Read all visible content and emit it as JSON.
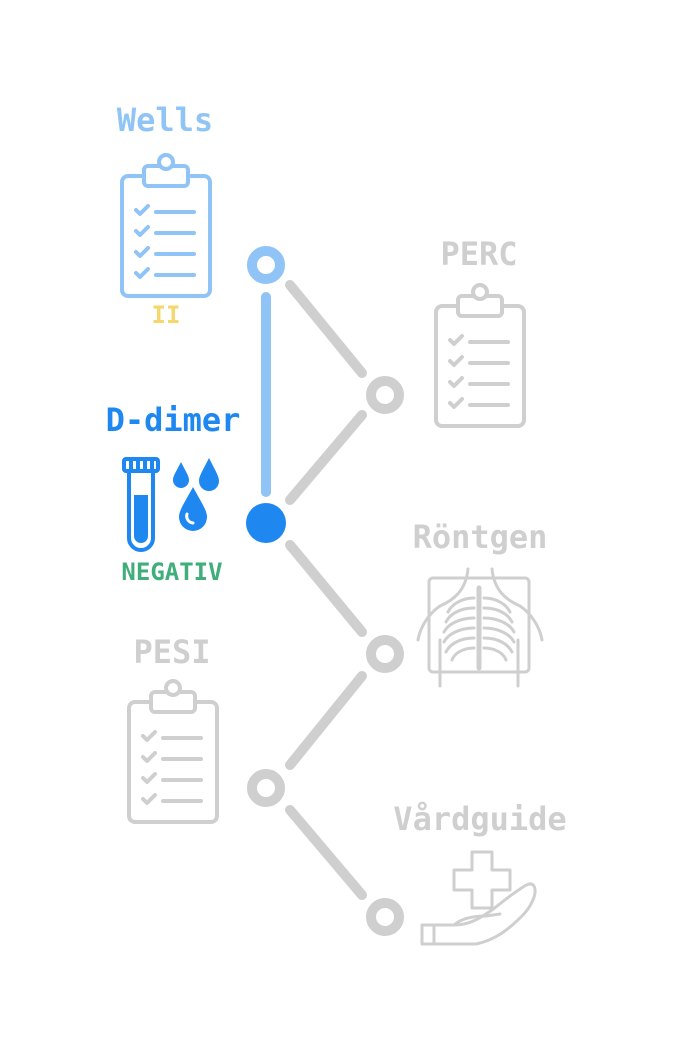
{
  "colors": {
    "active_light": "#90c4f6",
    "active_strong": "#1e88f0",
    "inactive": "#cfcfcf",
    "score_yellow": "#f5d76e",
    "result_green": "#3fae7a"
  },
  "steps": {
    "wells": {
      "title": "Wells",
      "score": "II",
      "icon": "clipboard-checklist-icon",
      "state": "done"
    },
    "perc": {
      "title": "PERC",
      "icon": "clipboard-checklist-icon",
      "state": "inactive"
    },
    "ddimer": {
      "title": "D-dimer",
      "result": "NEGATIV",
      "icon": "test-tube-drops-icon",
      "state": "current"
    },
    "rontgen": {
      "title": "Röntgen",
      "icon": "chest-xray-icon",
      "state": "inactive"
    },
    "pesi": {
      "title": "PESI",
      "icon": "clipboard-checklist-icon",
      "state": "inactive"
    },
    "vardguide": {
      "title": "Vårdguide",
      "icon": "hand-medical-cross-icon",
      "state": "inactive"
    }
  }
}
